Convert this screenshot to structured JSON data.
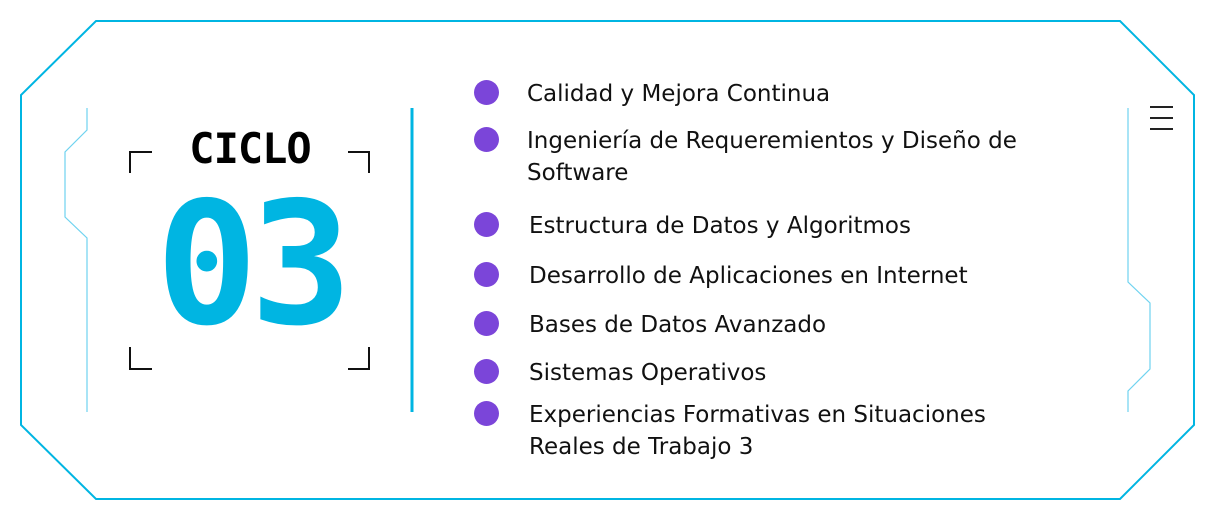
{
  "cycle": {
    "label": "CICLO",
    "number": "03"
  },
  "courses": [
    "Calidad y Mejora Continua",
    "Ingeniería de Requeremientos y Diseño de Software",
    "Estructura de Datos y Algoritmos",
    "Desarrollo de Aplicaciones en Internet",
    "Bases de Datos Avanzado",
    "Sistemas Operativos",
    "Experiencias Formativas en Situaciones Reales de Trabajo 3"
  ],
  "colors": {
    "accent": "#00b5e2",
    "bullet": "#7b45d9"
  }
}
